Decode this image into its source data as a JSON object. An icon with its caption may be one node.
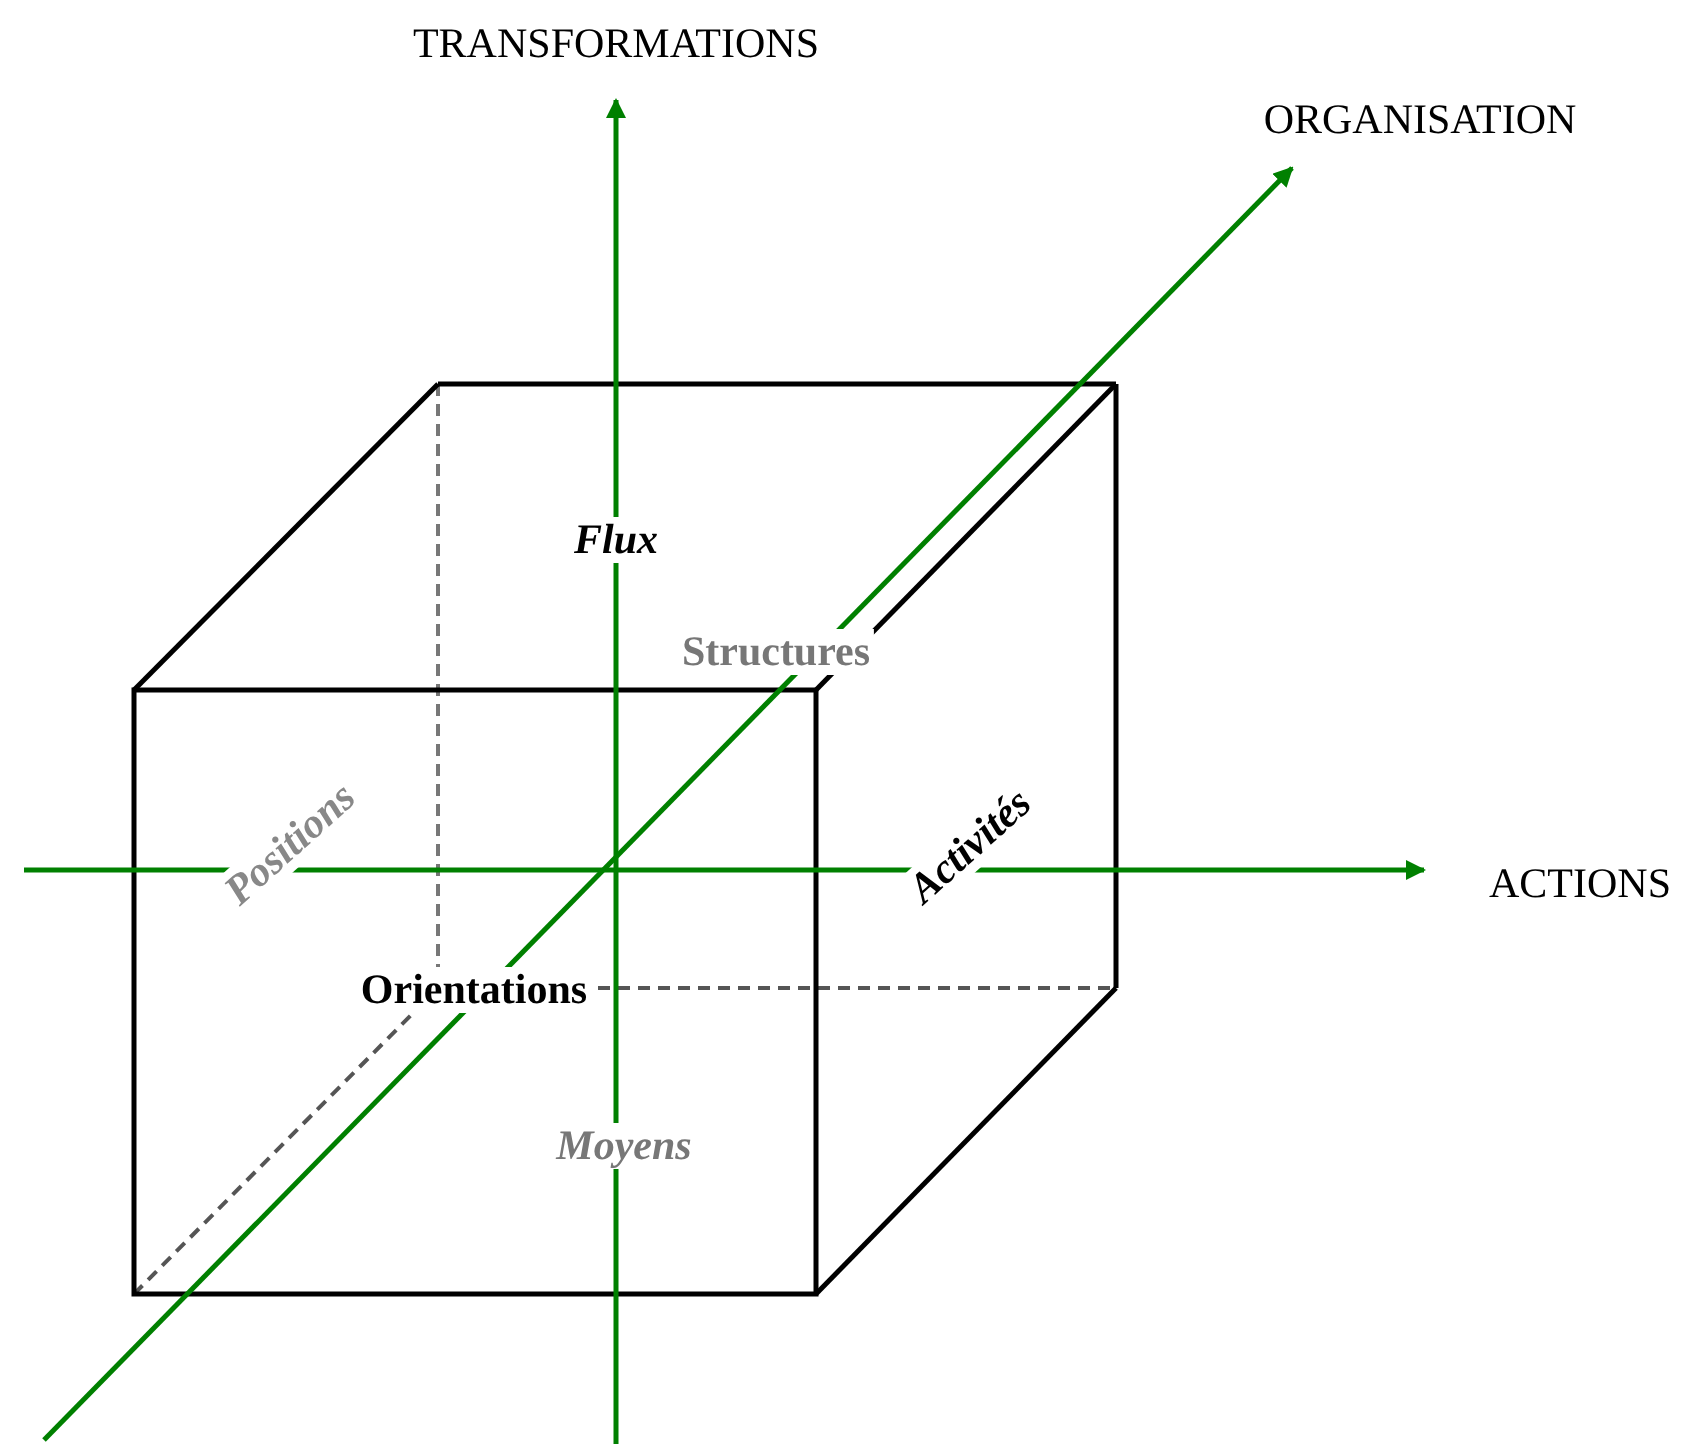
{
  "diagram": {
    "labels": [
      "TRANSFORMATIONS",
      "ORGANISATION",
      "Flux",
      "Structures",
      "Positions",
      "Activités",
      "ACTIONS",
      "Orientations",
      "Moyens"
    ]
  }
}
